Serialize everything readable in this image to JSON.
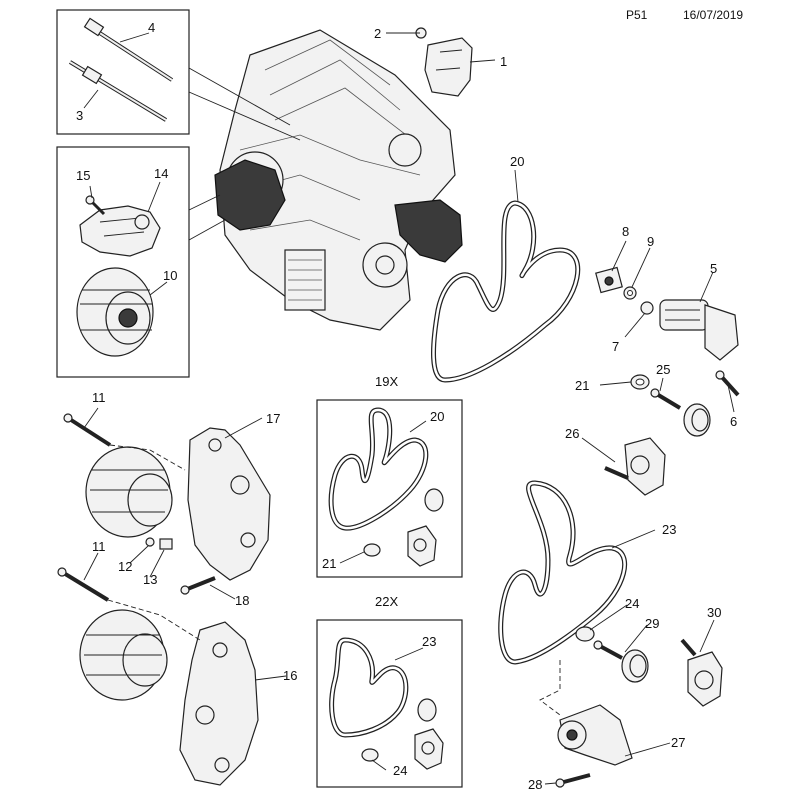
{
  "header": {
    "page_ref": "P51",
    "date": "16/07/2019"
  },
  "callouts": {
    "c1": "1",
    "c2": "2",
    "c3": "3",
    "c4": "4",
    "c5": "5",
    "c6": "6",
    "c7": "7",
    "c8": "8",
    "c9": "9",
    "c10": "10",
    "c11a": "11",
    "c11b": "11",
    "c12": "12",
    "c13": "13",
    "c14": "14",
    "c15": "15",
    "c16": "16",
    "c17": "17",
    "c18": "18",
    "c20a": "20",
    "c20b": "20",
    "c21a": "21",
    "c21b": "21",
    "c23a": "23",
    "c23b": "23",
    "c24a": "24",
    "c24b": "24",
    "c25": "25",
    "c26": "26",
    "c27": "27",
    "c28": "28",
    "c29": "29",
    "c30": "30"
  },
  "kits": {
    "k19": "19X",
    "k22": "22X"
  }
}
